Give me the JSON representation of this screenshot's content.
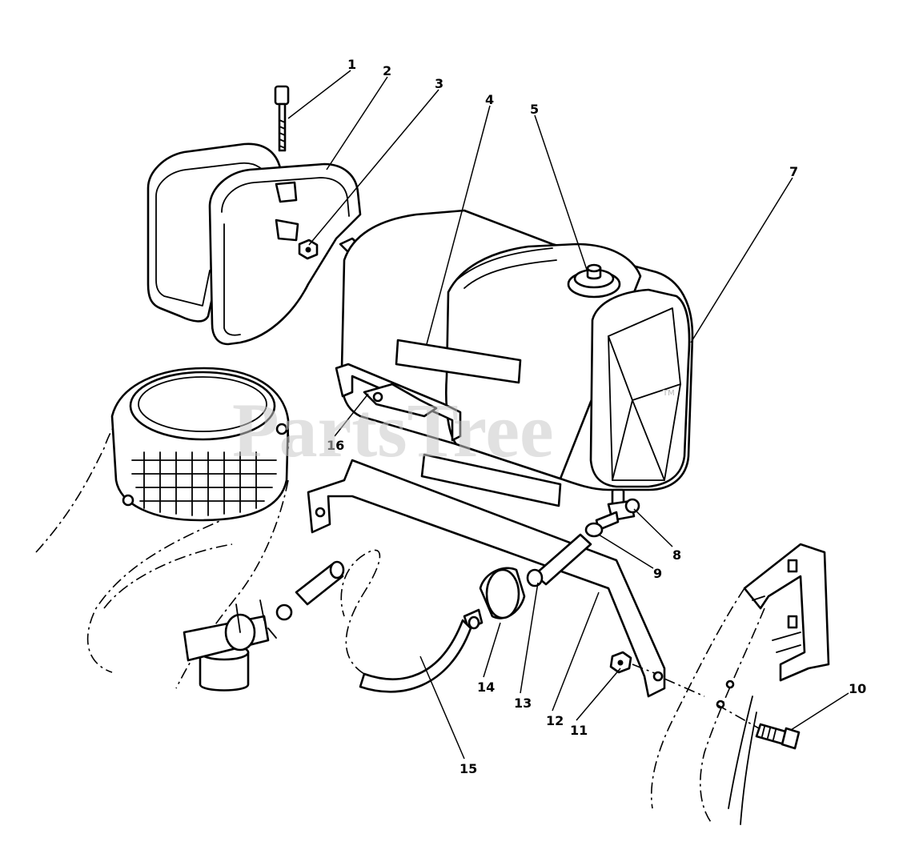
{
  "watermark": {
    "text": "PartsTree",
    "trademark": "TM"
  },
  "callouts": [
    {
      "label": "1"
    },
    {
      "label": "2"
    },
    {
      "label": "3"
    },
    {
      "label": "4"
    },
    {
      "label": "5"
    },
    {
      "label": "7"
    },
    {
      "label": "8"
    },
    {
      "label": "9"
    },
    {
      "label": "10"
    },
    {
      "label": "11"
    },
    {
      "label": "12"
    },
    {
      "label": "13"
    },
    {
      "label": "14"
    },
    {
      "label": "15"
    },
    {
      "label": "16"
    }
  ]
}
